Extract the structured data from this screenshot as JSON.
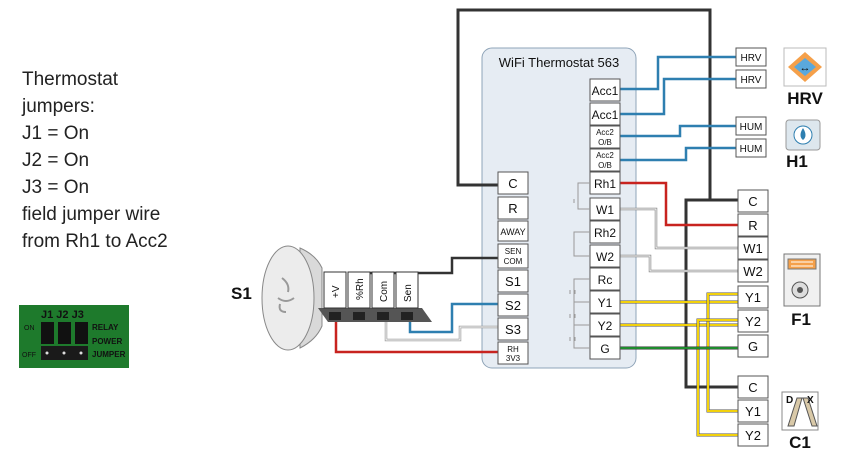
{
  "notes": {
    "lines": [
      "Thermostat",
      "jumpers:",
      "J1 = On",
      "J2 = On",
      "J3 = On",
      "field jumper wire",
      "from Rh1 to Acc2"
    ]
  },
  "jumper_board": {
    "header": "J1 J2 J3",
    "on": "ON",
    "off": "OFF",
    "relay": "RELAY",
    "power": "POWER",
    "jumper": "JUMPER"
  },
  "thermostat": {
    "title": "WiFi Thermostat 563",
    "left_terminals": [
      "C",
      "R",
      "AWAY",
      "SEN",
      "COM",
      "S1",
      "S2",
      "S3",
      "RH",
      "3V3"
    ],
    "right_terminals": [
      "Acc1",
      "Acc1",
      "Acc2",
      "O/B",
      "Acc2",
      "O/B",
      "Rh1",
      "W1",
      "Rh2",
      "W2",
      "Rc",
      "Y1",
      "Y2",
      "G"
    ]
  },
  "sensor": {
    "label": "S1",
    "pins": [
      "+V",
      "%Rh",
      "Com",
      "Sen"
    ]
  },
  "accessories": {
    "hrv_terminals": [
      "HRV",
      "HRV"
    ],
    "hrv_label": "HRV",
    "hum_terminals": [
      "HUM",
      "HUM"
    ],
    "hum_label": "H1"
  },
  "furnace": {
    "label": "F1",
    "terminals": [
      "C",
      "R",
      "W1",
      "W2",
      "Y1",
      "Y2",
      "G"
    ]
  },
  "condenser": {
    "label": "C1",
    "terminals": [
      "C",
      "Y1",
      "Y2"
    ],
    "icon_letters": [
      "D",
      "X"
    ]
  },
  "colors": {
    "black": "#333333",
    "blue": "#2e7fb0",
    "red": "#c8231f",
    "yellow": "#f2d10c",
    "green": "#1f8c2e",
    "white_wire": "#999999",
    "panel": "#e6ecf3"
  }
}
